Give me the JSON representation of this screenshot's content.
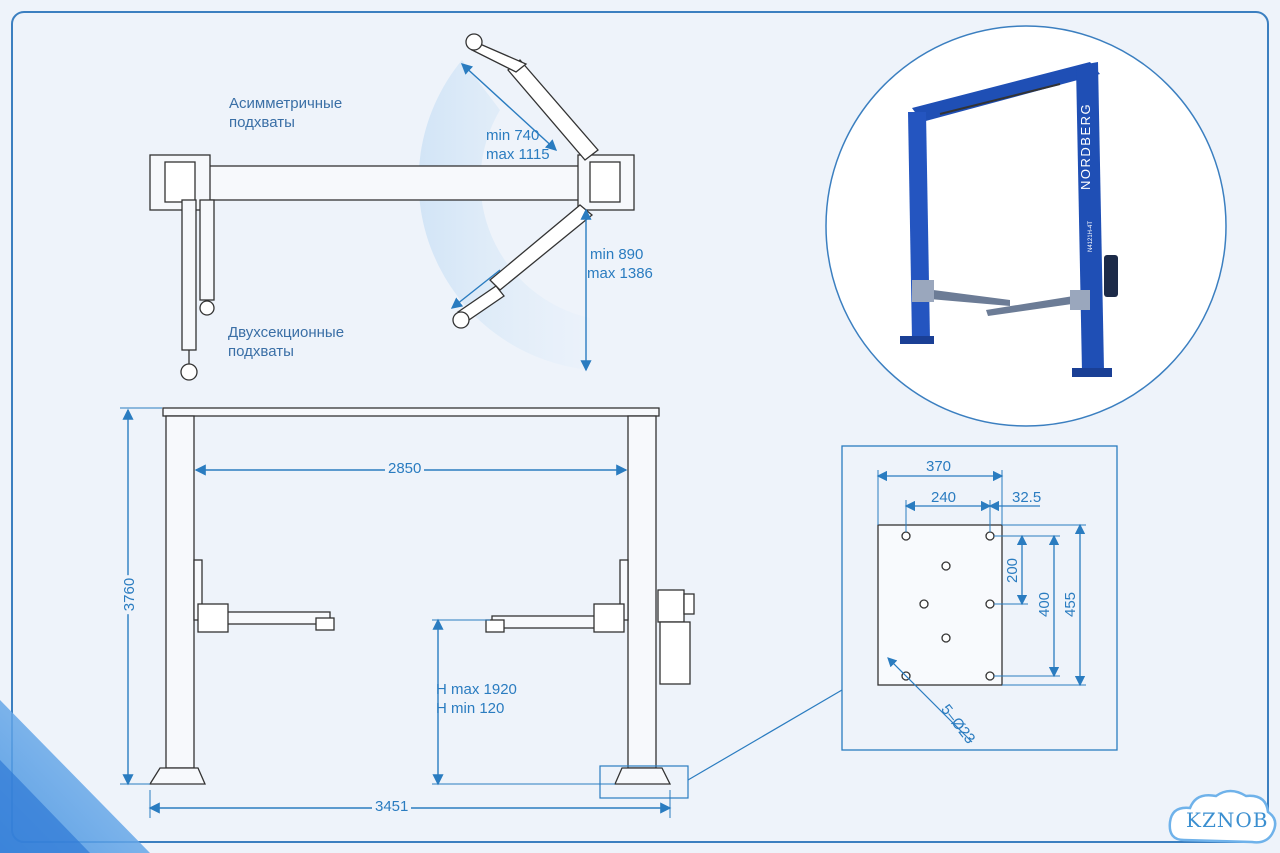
{
  "plan_labels": {
    "asym_line1": "Асимметричные",
    "asym_line2": "подхваты",
    "twosec_line1": "Двухсекционные",
    "twosec_line2": "подхваты",
    "arm_short_min": "min 740",
    "arm_short_max": "max 1115",
    "arm_long_min": "min 890",
    "arm_long_max": "max 1386"
  },
  "front_view": {
    "inner_width": "2850",
    "height": "3760",
    "overall_width": "3451",
    "h_max": "H max 1920",
    "h_min": "H min 120"
  },
  "base_plate": {
    "width_outer": "370",
    "width_holes": "240",
    "edge_offset": "32.5",
    "hole_spacing_short": "200",
    "hole_spacing_long": "400",
    "plate_height": "455",
    "holes": "5–Ø23"
  },
  "photo": {
    "brand": "NORDBERG",
    "model": "N4121H-4T",
    "column_color": "#1f4fb5"
  },
  "watermark": {
    "text": "KZNOB"
  },
  "colors": {
    "line": "#2a7cc0",
    "drawing": "#333333",
    "background": "#eef3fa",
    "frame": "#3b7fc0"
  }
}
